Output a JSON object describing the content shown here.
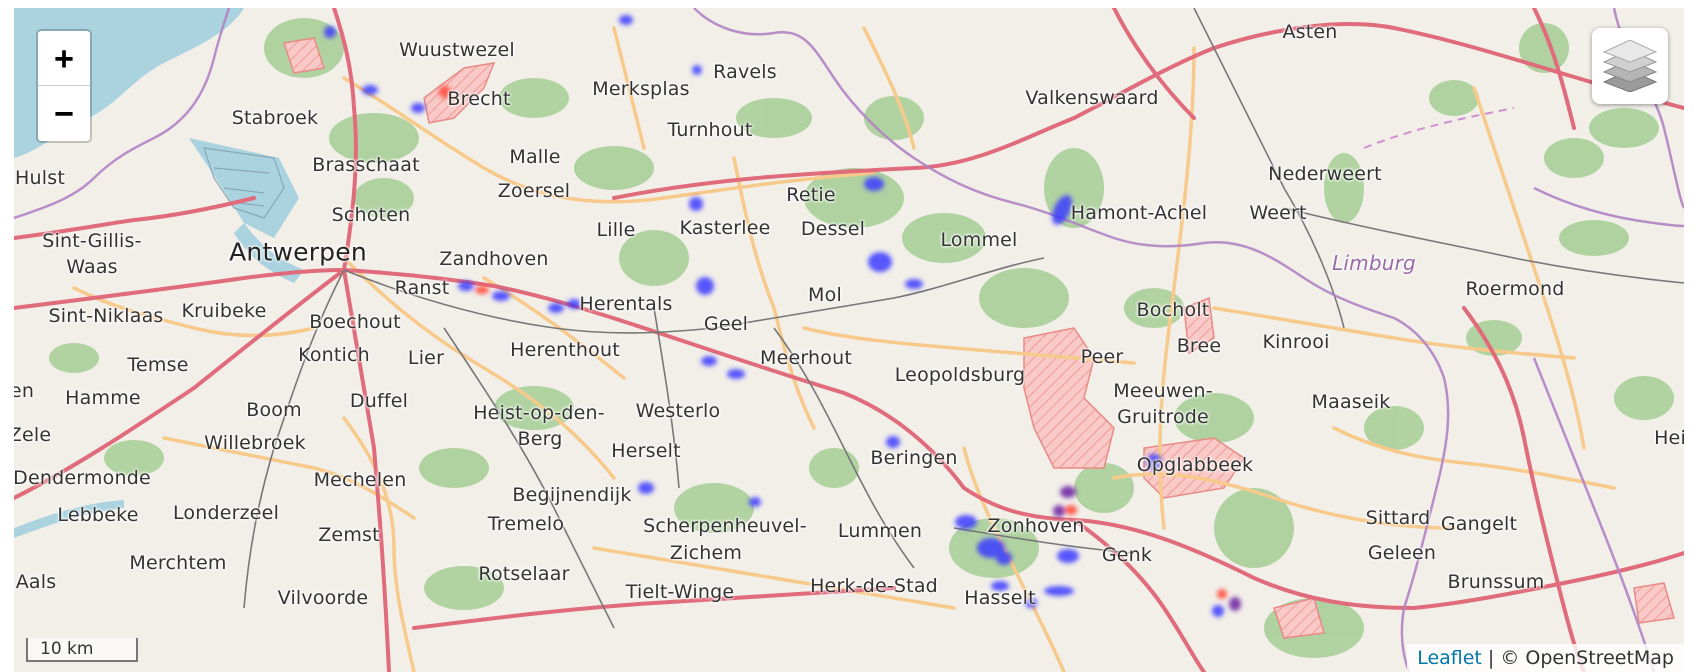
{
  "map": {
    "zoom_in_label": "+",
    "zoom_out_label": "−",
    "layers_icon": "layers-stack-icon",
    "scale_label": "10 km",
    "attribution": {
      "leaflet": "Leaflet",
      "separator": " | ",
      "osm": "© OpenStreetMap"
    },
    "colors": {
      "land": "#f2efe9",
      "forest": "#add19e",
      "motorway": "#e892a2",
      "primary_road": "#fcd6a4",
      "border": "#b083c4",
      "heat_blue": "#3b3bff",
      "heat_purple": "#6a1fa0",
      "heat_red": "#ff4a3a",
      "restricted_area": "#f5b5b5"
    },
    "places": [
      {
        "name": "Wuustwezel"
      },
      {
        "name": "Brecht"
      },
      {
        "name": "Stabroek"
      },
      {
        "name": "Ravels"
      },
      {
        "name": "Merksplas"
      },
      {
        "name": "Asten"
      },
      {
        "name": "Valkenswaard"
      },
      {
        "name": "Turnhout"
      },
      {
        "name": "Brasschaat"
      },
      {
        "name": "Malle"
      },
      {
        "name": "Hulst"
      },
      {
        "name": "Zoersel"
      },
      {
        "name": "Retie"
      },
      {
        "name": "Nederweert"
      },
      {
        "name": "Schoten"
      },
      {
        "name": "Hamont-Achel"
      },
      {
        "name": "Weert"
      },
      {
        "name": "Sint-Gillis-"
      },
      {
        "name": "Waas"
      },
      {
        "name": "Antwerpen"
      },
      {
        "name": "Lille"
      },
      {
        "name": "Kasterlee"
      },
      {
        "name": "Dessel"
      },
      {
        "name": "Lommel"
      },
      {
        "name": "Zandhoven"
      },
      {
        "name": "Limburg"
      },
      {
        "name": "Ranst"
      },
      {
        "name": "Mol"
      },
      {
        "name": "Roermond"
      },
      {
        "name": "Herentals"
      },
      {
        "name": "Sint-Niklaas"
      },
      {
        "name": "Kruibeke"
      },
      {
        "name": "Boechout"
      },
      {
        "name": "Geel"
      },
      {
        "name": "Bocholt"
      },
      {
        "name": "Herenthout"
      },
      {
        "name": "Kontich"
      },
      {
        "name": "Lier"
      },
      {
        "name": "Peer"
      },
      {
        "name": "Bree"
      },
      {
        "name": "Kinrooi"
      },
      {
        "name": "Temse"
      },
      {
        "name": "Meerhout"
      },
      {
        "name": "Leopoldsburg"
      },
      {
        "name": "Meeuwen-"
      },
      {
        "name": "Hamme"
      },
      {
        "name": "Duffel"
      },
      {
        "name": "Maaseik"
      },
      {
        "name": "Gruitrode"
      },
      {
        "name": "Boom"
      },
      {
        "name": "Heist-op-den-"
      },
      {
        "name": "Westerlo"
      },
      {
        "name": "en"
      },
      {
        "name": "Zele"
      },
      {
        "name": "Willebroek"
      },
      {
        "name": "Berg"
      },
      {
        "name": "Hei"
      },
      {
        "name": "Herselt"
      },
      {
        "name": "Beringen"
      },
      {
        "name": "Opglabbeek"
      },
      {
        "name": "Dendermonde"
      },
      {
        "name": "Mechelen"
      },
      {
        "name": "Begijnendijk"
      },
      {
        "name": "Lebbeke"
      },
      {
        "name": "Londerzeel"
      },
      {
        "name": "Sittard"
      },
      {
        "name": "Gangelt"
      },
      {
        "name": "Tremelo"
      },
      {
        "name": "Scherpenheuvel-"
      },
      {
        "name": "Zonhoven"
      },
      {
        "name": "Lummen"
      },
      {
        "name": "Zemst"
      },
      {
        "name": "Zichem"
      },
      {
        "name": "Geleen"
      },
      {
        "name": "Merchtem"
      },
      {
        "name": "Genk"
      },
      {
        "name": "Rotselaar"
      },
      {
        "name": "Brunssum"
      },
      {
        "name": "Herk-de-Stad"
      },
      {
        "name": "Tielt-Winge"
      },
      {
        "name": "Vilvoorde"
      },
      {
        "name": "Hasselt"
      },
      {
        "name": "Aals"
      }
    ]
  }
}
